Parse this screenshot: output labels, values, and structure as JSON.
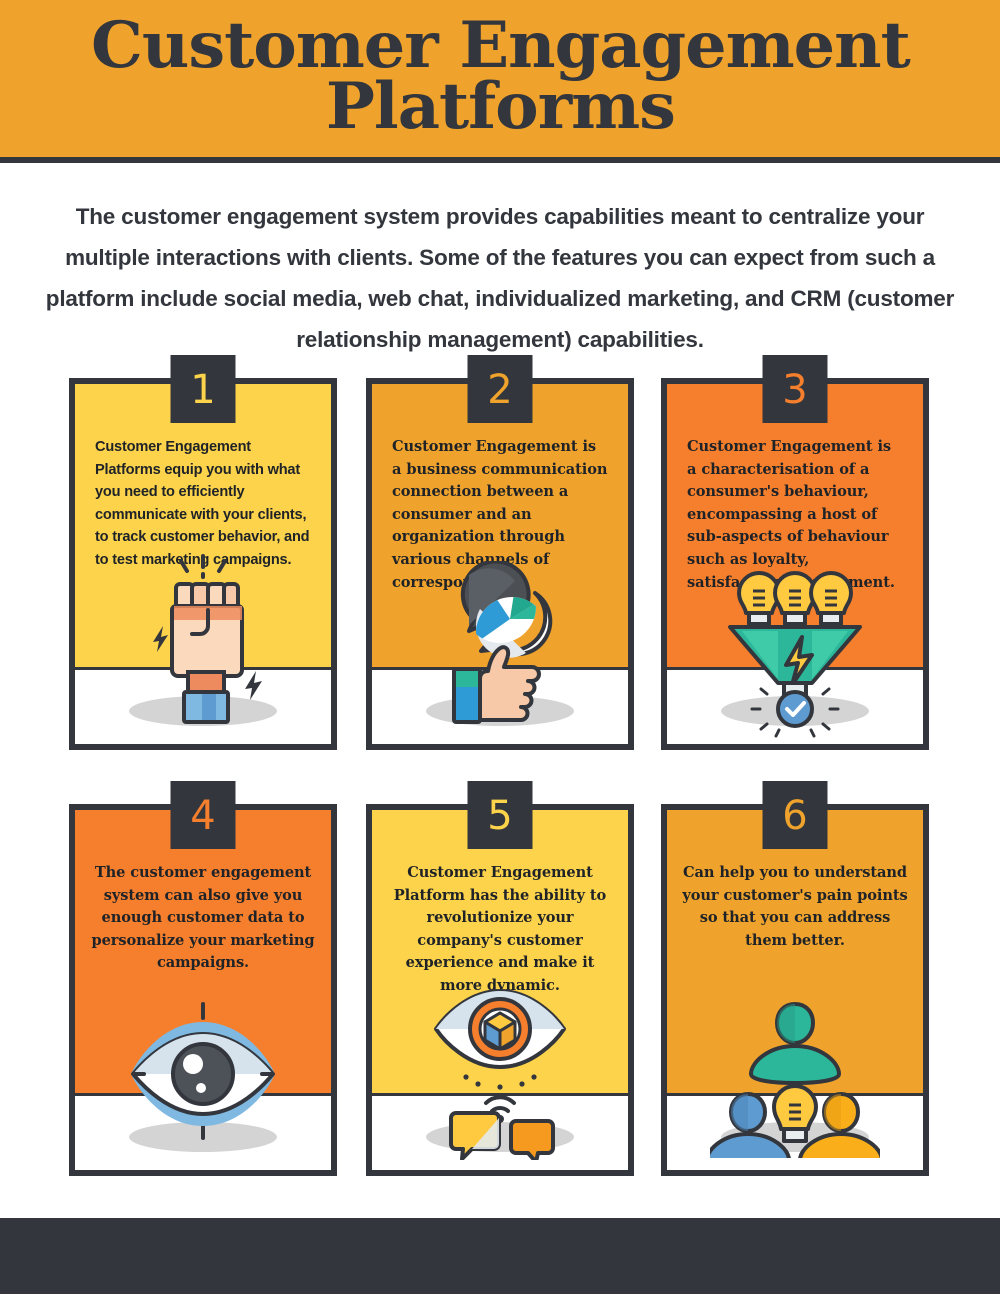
{
  "header": {
    "title_line1": "Customer Engagement",
    "title_line2": "Platforms",
    "bg_color": "#F0A32C",
    "text_color": "#33373D"
  },
  "intro": {
    "text": "The customer engagement system provides capabilities meant to centralize  your multiple interactions with clients. Some of the features you can  expect from such a platform include social media, web chat,  individualized marketing, and CRM (customer relationship management)  capabilities."
  },
  "cards": [
    {
      "number": "1",
      "text": "Customer Engagement Platforms equip you with what you need to efficiently communicate with your clients, to track customer behavior,  and to test marketing campaigns.",
      "bg_color": "#FCD34A",
      "number_color": "#FCD34A",
      "icon": "fist-power-icon",
      "align": "left",
      "font": "sans"
    },
    {
      "number": "2",
      "text": "Customer Engagement is a business communication connection between a consumer and an organization through various channels of correspondence.",
      "bg_color": "#F0A32C",
      "number_color": "#F0A32C",
      "icon": "thumbs-up-chat-icon",
      "align": "left",
      "font": "serif"
    },
    {
      "number": "3",
      "text": "Customer Engagement is a characterisation of a consumer's behaviour, encompassing a host of sub-aspects of behaviour such as loyalty,  satisfaction, involvement.",
      "bg_color": "#F57F2C",
      "number_color": "#F57F2C",
      "icon": "funnel-ideas-icon",
      "align": "left",
      "font": "serif"
    },
    {
      "number": "4",
      "text": "The customer engagement system can also give you enough customer data to personalize your marketing campaigns.",
      "bg_color": "#F57F2C",
      "number_color": "#F57F2C",
      "icon": "eye-icon",
      "align": "center",
      "font": "serif"
    },
    {
      "number": "5",
      "text": "Customer Engagement Platform has the ability to revolutionize your company's customer experience and make it more dynamic.",
      "bg_color": "#FCD34A",
      "number_color": "#FCD34A",
      "icon": "eye-chat-icon",
      "align": "center",
      "font": "serif"
    },
    {
      "number": "6",
      "text": "Can help you to understand your customer's pain points so that you can address them better.",
      "bg_color": "#F0A32C",
      "number_color": "#F0A32C",
      "icon": "people-idea-icon",
      "align": "center",
      "font": "serif"
    }
  ],
  "colors": {
    "dark": "#33373D",
    "yellow": "#FCD34A",
    "orange": "#F0A32C",
    "deep_orange": "#F57F2C",
    "white": "#FFFFFF",
    "shadow_gray": "#D4D4D4",
    "teal": "#2CB79A",
    "blue": "#5E9BD1",
    "skin": "#F7C9A8"
  }
}
